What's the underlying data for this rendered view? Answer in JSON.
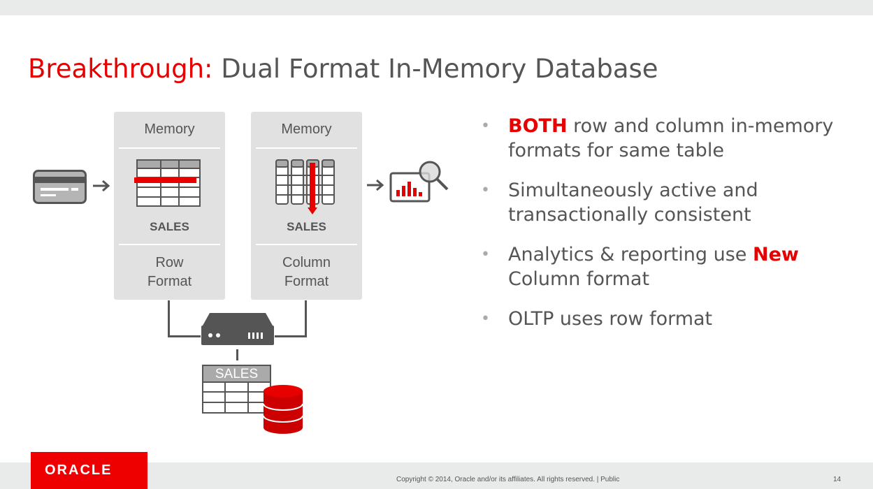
{
  "slide": {
    "title_highlight": "Breakthrough:",
    "title_rest": " Dual Format In-Memory Database"
  },
  "diagram": {
    "row_panel": {
      "memory_label": "Memory",
      "table_label": "SALES",
      "format_line1": "Row",
      "format_line2": "Format"
    },
    "column_panel": {
      "memory_label": "Memory",
      "table_label": "SALES",
      "format_line1": "Column",
      "format_line2": "Format"
    },
    "database_table_label": "SALES",
    "colors": {
      "accent": "#e60000",
      "panel": "#e1e1e1",
      "stroke": "#555555",
      "table_header": "#aaaaaa"
    },
    "icons": [
      "credit-card-icon",
      "row-table-icon",
      "column-table-icon",
      "analytics-magnifier-icon",
      "server-icon",
      "database-cylinder-icon"
    ]
  },
  "bullets": [
    {
      "highlight": "BOTH",
      "text_after": " row and column in-memory formats for same table"
    },
    {
      "text": "Simultaneously active and transactionally consistent"
    },
    {
      "text_before": "Analytics & reporting use ",
      "highlight": "New",
      "text_after": " Column format"
    },
    {
      "text": "OLTP uses row format"
    }
  ],
  "bullet_marker": "•",
  "footer": {
    "logo_text": "ORACLE",
    "copyright": "Copyright © 2014, Oracle and/or its affiliates. All rights reserved.  |  Public",
    "page_number": "14"
  }
}
